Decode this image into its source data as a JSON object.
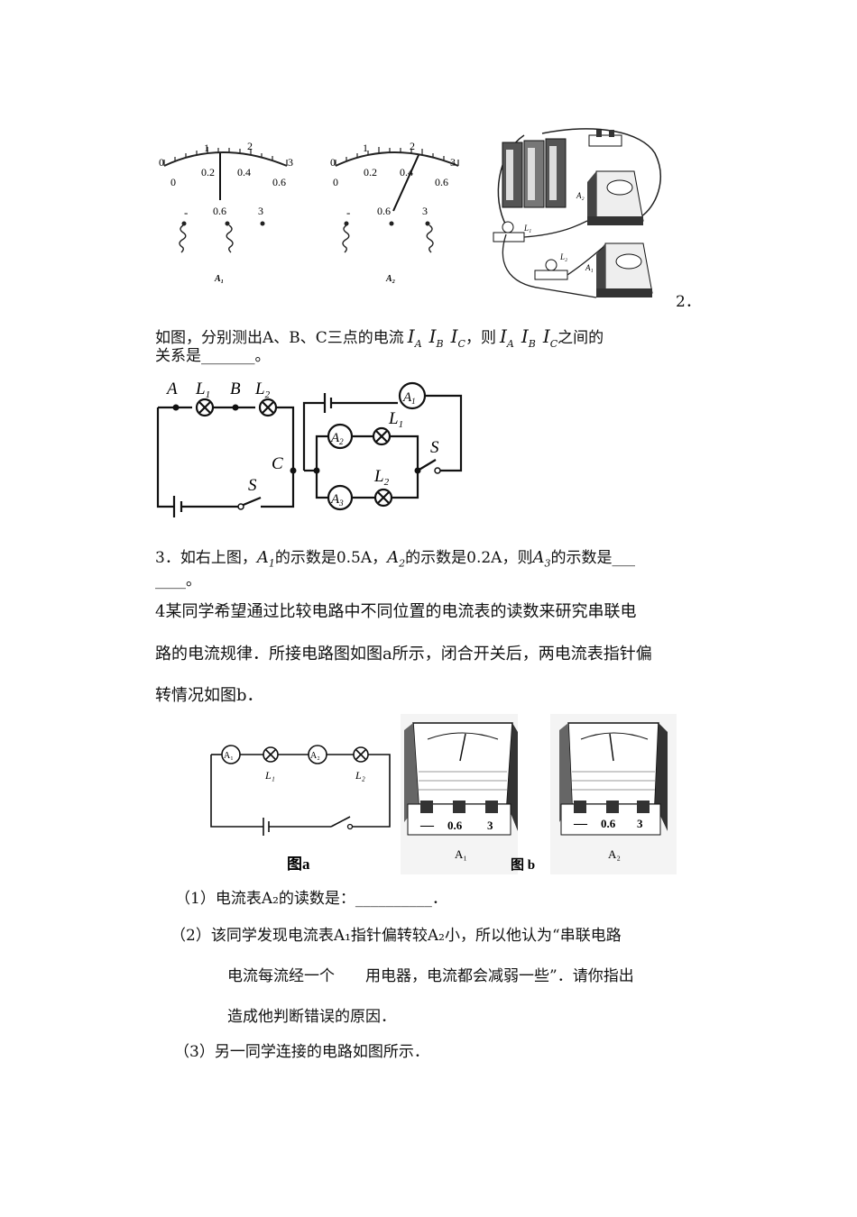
{
  "q1_figure": {
    "meter_a1": {
      "scale_top": [
        "0",
        "1",
        "2",
        "3"
      ],
      "scale_bottom": [
        "0",
        "0.2",
        "0.4",
        "0.6"
      ],
      "terminals": [
        "-",
        "0.6",
        "3"
      ],
      "label": "A₁"
    },
    "meter_a2": {
      "scale_top": [
        "0",
        "1",
        "2",
        "3"
      ],
      "scale_bottom": [
        "0",
        "0.2",
        "0.4",
        "0.6"
      ],
      "terminals": [
        "-",
        "0.6",
        "3"
      ],
      "label": "A₂"
    },
    "photo_labels": {
      "a2": "A₂",
      "l1": "L₁",
      "l2": "L₂",
      "a1": "A₁"
    }
  },
  "q2": {
    "number": "2．",
    "line1_prefix": "如图，分别测出A、B、C三点的电流",
    "currents": [
      "I",
      "I",
      "I"
    ],
    "subs": [
      "A",
      "B",
      "C"
    ],
    "line1_mid": "，则",
    "line1_suffix": "之间的",
    "line2": "关系是_______。",
    "circuit_left": {
      "A": "A",
      "B": "B",
      "C": "C",
      "L1": "L",
      "L2": "L",
      "S": "S"
    },
    "circuit_right": {
      "A1": "A",
      "A2": "A",
      "A3": "A",
      "L1": "L",
      "L2": "L",
      "S": "S"
    }
  },
  "q3": {
    "prefix": "3．如右上图，",
    "meter": "A",
    "seg1": "的示数是0.5A，",
    "seg2": "的示数是0.2A，则",
    "seg3": "的示数是___",
    "line2": "____。"
  },
  "q4": {
    "line1": "4某同学希望通过比较电路中不同位置的电流表的读数来研究串联电",
    "line2": "路的电流规律．所接电路图如图a所示，闭合开关后，两电流表指针偏",
    "line3": "转情况如图b．",
    "fig_a_caption": "图a",
    "fig_b_caption": "图 b",
    "fig_a_labels": {
      "A1": "A₁",
      "A2": "A₂",
      "L1": "L₁",
      "L2": "L₂"
    },
    "meter_b_labels": [
      "A₁",
      "A₂"
    ],
    "meter_terminals": [
      "—",
      "0.6",
      "3"
    ],
    "sub1": "（1）电流表A₂的读数是：__________．",
    "sub2_line1": "（2）该同学发现电流表A₁指针偏转较A₂小，所以他认为“串联电路",
    "sub2_line2": "电流每流经一个　　用电器，电流都会减弱一些”．请你指出",
    "sub2_line3": "造成他判断错误的原因．",
    "sub3": "（3）另一同学连接的电路如图所示．"
  }
}
